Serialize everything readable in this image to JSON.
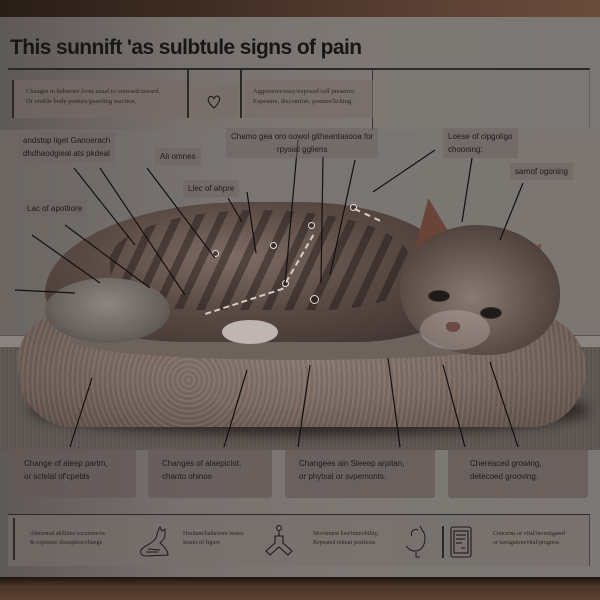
{
  "poster": {
    "title": "This sunnift 'as sulbtule signs of pain",
    "top_info": {
      "left": {
        "lines": [
          "Changes in behavior from usual to outward/inward.",
          "Or visible body posture/guarding reaction."
        ]
      },
      "center_icon": "heart-icon",
      "right": {
        "lines": [
          "Aggressive/easy/exposed cell presence.",
          "Exposure, discomfort, posture/licking."
        ]
      }
    },
    "callouts": [
      {
        "id": "top-left",
        "lines": [
          "andstop liget Ganoerach",
          "dhdhaodgieal ats pkdeal"
        ]
      },
      {
        "id": "alt",
        "lines": [
          "Alı omnes"
        ]
      },
      {
        "id": "loss-of-appetite",
        "lines": [
          "Lac of apottiore"
        ]
      },
      {
        "id": "loss-of-shape",
        "lines": [
          "Llec of ahpre"
        ]
      },
      {
        "id": "change-posture",
        "lines": [
          "Chamo gea oro oowol githeantasooa for",
          "rpysial ggliens"
        ]
      },
      {
        "id": "loss-of-grooming",
        "lines": [
          "Loese of cipgoligo",
          "chooning:"
        ]
      },
      {
        "id": "sense-of-grooming",
        "lines": [
          "sarnof ogoning"
        ]
      }
    ],
    "bottom_labels": [
      {
        "lines": [
          "Change of aleep partm,",
          "or sctelal of'cpebls"
        ]
      },
      {
        "lines": [
          "Changes of alaepiciot,",
          "chanto ohinos"
        ]
      },
      {
        "lines": [
          "Changees ain Sleeep arpitan,",
          "or phytsal or svpemonts."
        ]
      },
      {
        "lines": [
          "Chereaced growing,",
          "detecoed grooving."
        ]
      }
    ],
    "legend": [
      {
        "text": [
          "Abnormal abilities occurrences",
          "& exposure disruption/change"
        ]
      },
      {
        "icon": "sitting-cat-icon"
      },
      {
        "text": [
          "Hesitant/bathroom issues",
          "Issues of figure"
        ]
      },
      {
        "icon": "toy-spinner-icon"
      },
      {
        "text": [
          "Movement lost/immobility,",
          "Repeated retreat positions"
        ]
      },
      {
        "icon": "bird-icon"
      },
      {
        "icon": "clipboard-icon"
      },
      {
        "text": [
          "Concerns or vital/investigated",
          "or navigation/vital/progress"
        ]
      }
    ]
  },
  "colors": {
    "poster_bg": "#7a7572",
    "text_dark": "#1e1a18",
    "rule": "#2c2826",
    "cat_ear": "#6a4438",
    "wood": "#5a4232"
  }
}
